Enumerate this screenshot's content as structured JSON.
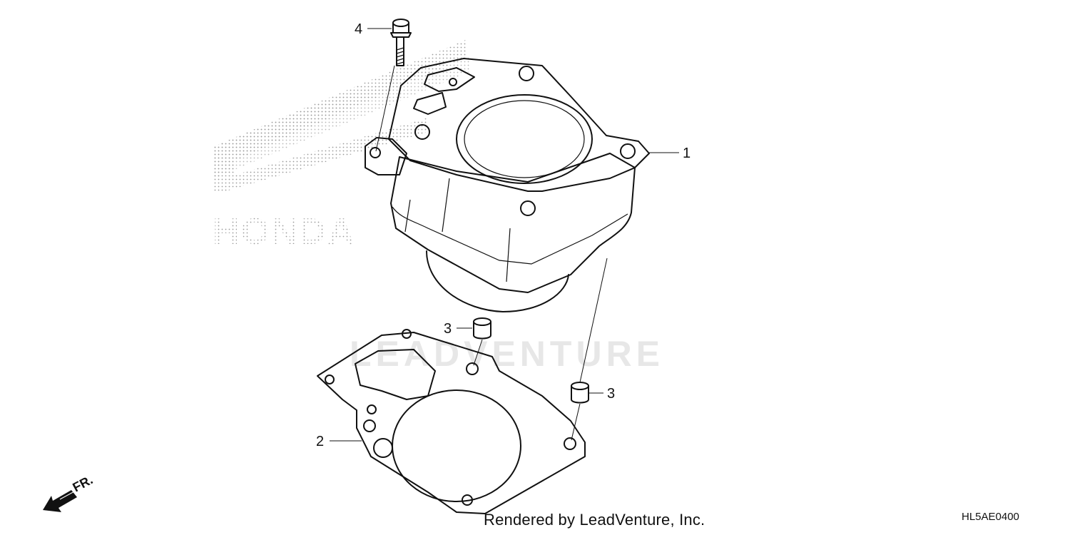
{
  "diagram": {
    "callouts": [
      {
        "id": "1",
        "label": "1"
      },
      {
        "id": "2",
        "label": "2"
      },
      {
        "id": "3a",
        "label": "3"
      },
      {
        "id": "3b",
        "label": "3"
      },
      {
        "id": "4",
        "label": "4"
      }
    ],
    "direction_label": "FR.",
    "watermark_text": "LEADVENTURE",
    "brand_logo_text": "HONDA",
    "footer": "Rendered by LeadVenture, Inc.",
    "diagram_code": "HL5AE0400"
  }
}
